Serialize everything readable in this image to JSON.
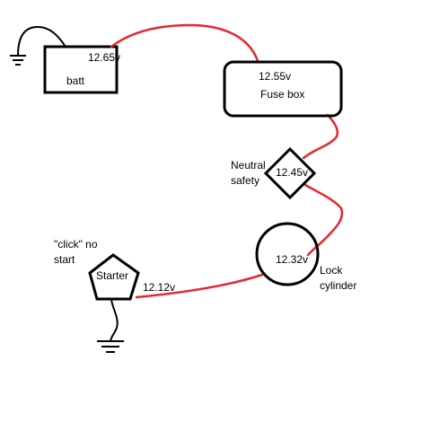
{
  "colors": {
    "wire": "#e8262c",
    "outline": "#000000",
    "background": "#ffffff"
  },
  "components": {
    "battery": {
      "label": "batt",
      "voltage": "12.65v"
    },
    "fuse_box": {
      "label": "Fuse box",
      "voltage": "12.55v"
    },
    "neutral_safety": {
      "label_line1": "Neutral",
      "label_line2": "safety",
      "voltage": "12.45v"
    },
    "lock_cylinder": {
      "label_line1": "Lock",
      "label_line2": "cylinder",
      "voltage": "12.32v"
    },
    "starter": {
      "label": "Starter",
      "voltage": "12.12v"
    }
  },
  "annotation": {
    "line1": "\"click\" no",
    "line2": "start"
  }
}
